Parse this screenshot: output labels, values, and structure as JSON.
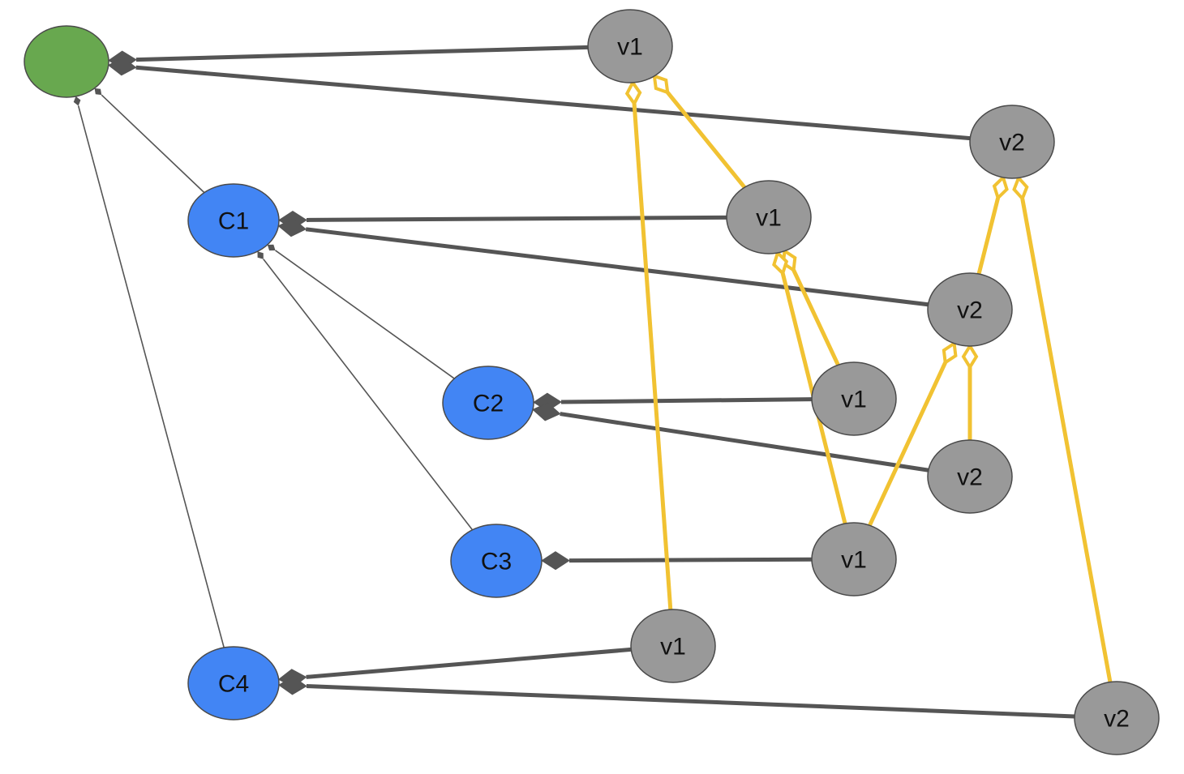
{
  "colors": {
    "root": "#68a84f",
    "class": "#4285f4",
    "version": "#999999",
    "composition_edge": "#555555",
    "inheritance_edge": "#555555",
    "version_edge": "#f1c232"
  },
  "nodes": [
    {
      "id": "root",
      "kind": "root",
      "label": ""
    },
    {
      "id": "c1",
      "kind": "class",
      "label": "C1"
    },
    {
      "id": "c2",
      "kind": "class",
      "label": "C2"
    },
    {
      "id": "c3",
      "kind": "class",
      "label": "C3"
    },
    {
      "id": "c4",
      "kind": "class",
      "label": "C4"
    },
    {
      "id": "root-v1",
      "kind": "version",
      "label": "v1"
    },
    {
      "id": "root-v2",
      "kind": "version",
      "label": "v2"
    },
    {
      "id": "c1-v1",
      "kind": "version",
      "label": "v1"
    },
    {
      "id": "c1-v2",
      "kind": "version",
      "label": "v2"
    },
    {
      "id": "c2-v1",
      "kind": "version",
      "label": "v1"
    },
    {
      "id": "c2-v2",
      "kind": "version",
      "label": "v2"
    },
    {
      "id": "c3-v1",
      "kind": "version",
      "label": "v1"
    },
    {
      "id": "c4-v1",
      "kind": "version",
      "label": "v1"
    },
    {
      "id": "c4-v2",
      "kind": "version",
      "label": "v2"
    }
  ],
  "edges": [
    {
      "type": "composition",
      "whole": "root",
      "part": "root-v1"
    },
    {
      "type": "composition",
      "whole": "root",
      "part": "root-v2"
    },
    {
      "type": "composition",
      "whole": "c1",
      "part": "c1-v1"
    },
    {
      "type": "composition",
      "whole": "c1",
      "part": "c1-v2"
    },
    {
      "type": "composition",
      "whole": "c2",
      "part": "c2-v1"
    },
    {
      "type": "composition",
      "whole": "c2",
      "part": "c2-v2"
    },
    {
      "type": "composition",
      "whole": "c3",
      "part": "c3-v1"
    },
    {
      "type": "composition",
      "whole": "c4",
      "part": "c4-v1"
    },
    {
      "type": "composition",
      "whole": "c4",
      "part": "c4-v2"
    },
    {
      "type": "inheritance",
      "child": "c1",
      "parent": "root"
    },
    {
      "type": "inheritance",
      "child": "c4",
      "parent": "root"
    },
    {
      "type": "inheritance",
      "child": "c2",
      "parent": "c1"
    },
    {
      "type": "inheritance",
      "child": "c3",
      "parent": "c1"
    },
    {
      "type": "version",
      "child": "c1-v1",
      "parent": "root-v1"
    },
    {
      "type": "version",
      "child": "c4-v1",
      "parent": "root-v1"
    },
    {
      "type": "version",
      "child": "c2-v1",
      "parent": "c1-v1"
    },
    {
      "type": "version",
      "child": "c3-v1",
      "parent": "c1-v1"
    },
    {
      "type": "version",
      "child": "c3-v1",
      "parent": "c1-v2"
    },
    {
      "type": "version",
      "child": "c2-v2",
      "parent": "c1-v2"
    },
    {
      "type": "version",
      "child": "c1-v2",
      "parent": "root-v2"
    },
    {
      "type": "version",
      "child": "c4-v2",
      "parent": "root-v2"
    }
  ]
}
